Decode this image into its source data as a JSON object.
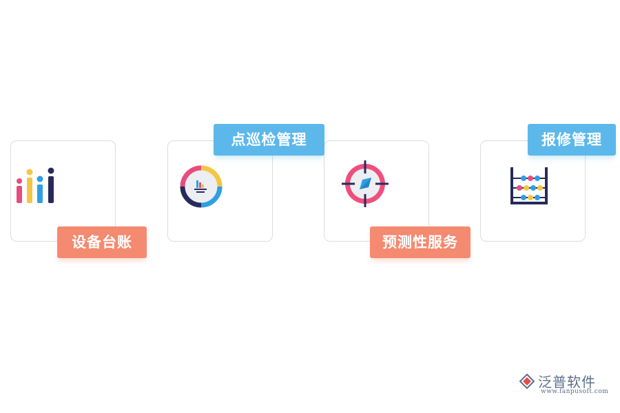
{
  "modules": [
    {
      "label": "设备台账",
      "icon": "bar-chart-people-icon",
      "label_color": "#f48a70"
    },
    {
      "label": "点巡检管理",
      "icon": "donut-gauge-icon",
      "label_color": "#5cb8ea"
    },
    {
      "label": "预测性服务",
      "icon": "crosshair-target-icon",
      "label_color": "#f48a70"
    },
    {
      "label": "报修管理",
      "icon": "abacus-icon",
      "label_color": "#5cb8ea"
    }
  ],
  "logo": {
    "name": "泛普软件",
    "url": "www.fanpusoft.com"
  }
}
